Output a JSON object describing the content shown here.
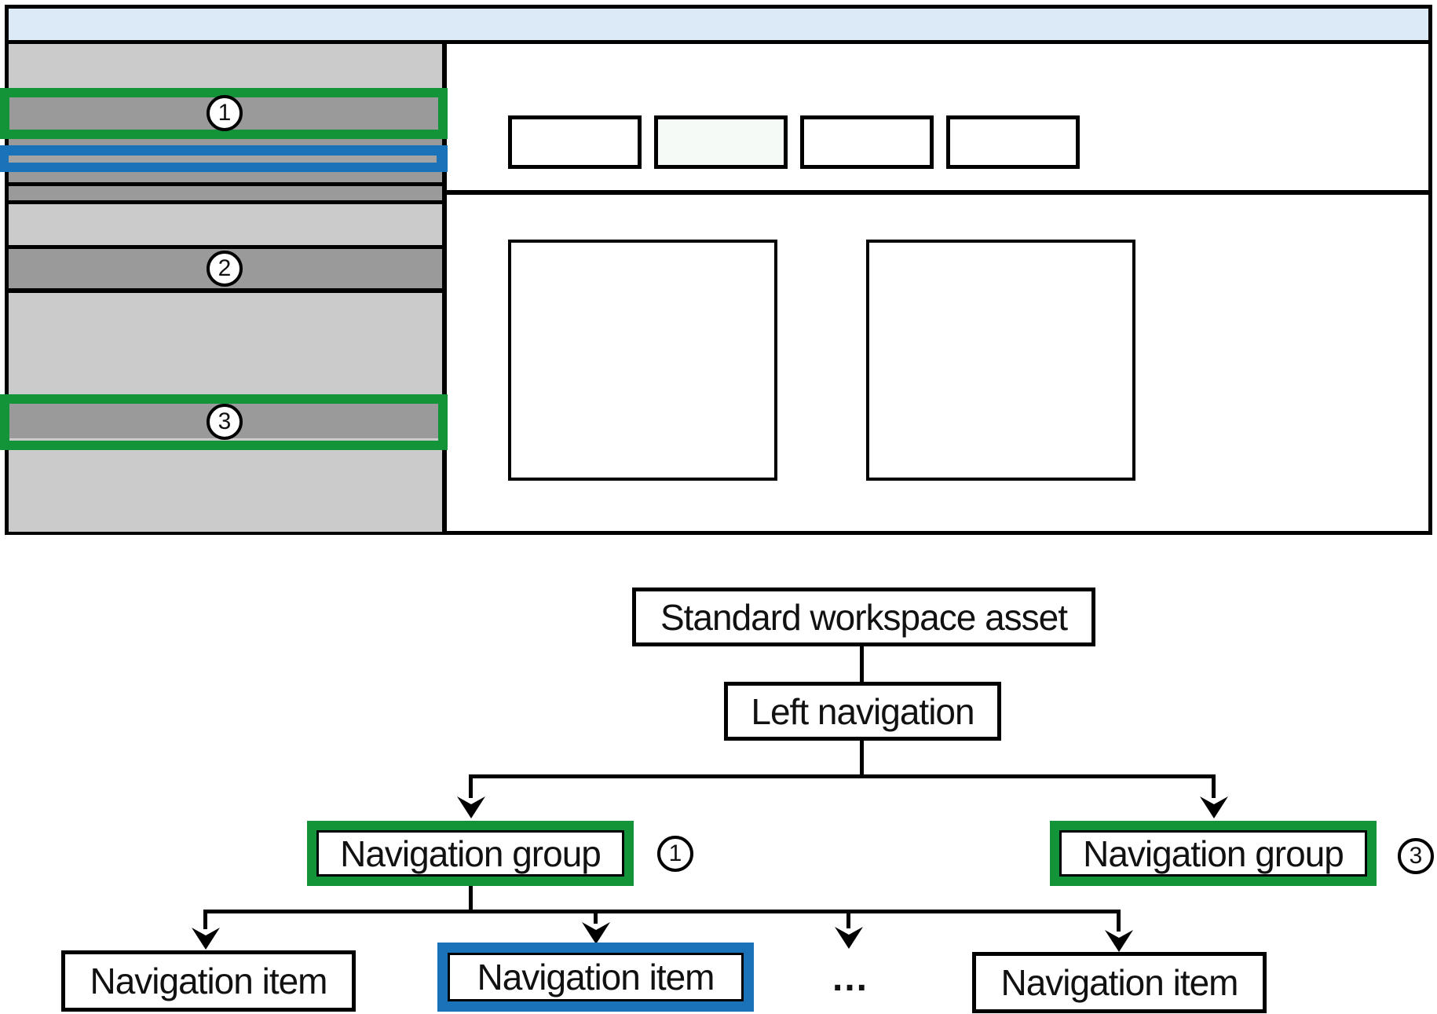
{
  "colors": {
    "highlight_green": "#149438",
    "highlight_blue": "#1a72b8",
    "header_blue": "#dce9f6",
    "sidebar_gray": "#cbcbcb",
    "bar_gray": "#9a9a9a"
  },
  "wireframe": {
    "badges": [
      {
        "number": "1"
      },
      {
        "number": "2"
      },
      {
        "number": "3"
      }
    ]
  },
  "tree": {
    "root": {
      "label": "Standard workspace asset"
    },
    "level2": {
      "label": "Left navigation"
    },
    "groups": [
      {
        "label": "Navigation group",
        "badge": "1"
      },
      {
        "label": "Navigation group",
        "badge": "3"
      }
    ],
    "items": [
      {
        "label": "Navigation item"
      },
      {
        "label": "Navigation item"
      },
      {
        "label": "..."
      },
      {
        "label": "Navigation item"
      }
    ]
  }
}
